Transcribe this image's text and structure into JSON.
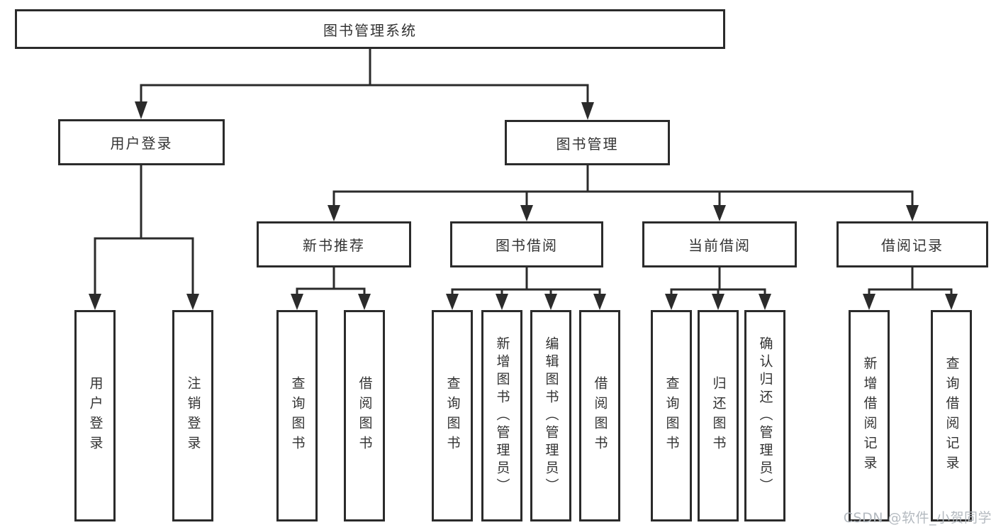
{
  "diagram": {
    "title": "图书管理系统",
    "watermark": "CSDN @软件_小贺同学",
    "colors": {
      "line": "#2b2b2b",
      "box_border": "#2b2b2b",
      "text": "#333333",
      "background": "#ffffff",
      "watermark": "#b0b6bd"
    },
    "nodes": {
      "root": {
        "label": "图书管理系统"
      },
      "user_login": {
        "label": "用户登录"
      },
      "book_mgmt": {
        "label": "图书管理"
      },
      "new_book_rec": {
        "label": "新书推荐"
      },
      "book_borrow": {
        "label": "图书借阅"
      },
      "current_borrow": {
        "label": "当前借阅"
      },
      "borrow_records": {
        "label": "借阅记录"
      },
      "leaf_user_login": {
        "label": "用户登录"
      },
      "leaf_logout": {
        "label": "注销登录"
      },
      "leaf_nbr_query": {
        "label": "查询图书"
      },
      "leaf_nbr_borrow": {
        "label": "借阅图书"
      },
      "leaf_bb_query": {
        "label": "查询图书"
      },
      "leaf_bb_add": {
        "label": "新增图书（管理员）"
      },
      "leaf_bb_edit": {
        "label": "编辑图书（管理员）"
      },
      "leaf_bb_borrow": {
        "label": "借阅图书"
      },
      "leaf_cb_query": {
        "label": "查询图书"
      },
      "leaf_cb_return": {
        "label": "归还图书"
      },
      "leaf_cb_confirm": {
        "label": "确认归还（管理员）"
      },
      "leaf_br_add": {
        "label": "新增借阅记录"
      },
      "leaf_br_query": {
        "label": "查询借阅记录"
      }
    },
    "edges": [
      {
        "from": "图书管理系统",
        "to": "用户登录"
      },
      {
        "from": "图书管理系统",
        "to": "图书管理"
      },
      {
        "from": "用户登录",
        "to": "用户登录"
      },
      {
        "from": "用户登录",
        "to": "注销登录"
      },
      {
        "from": "图书管理",
        "to": "新书推荐"
      },
      {
        "from": "图书管理",
        "to": "图书借阅"
      },
      {
        "from": "图书管理",
        "to": "当前借阅"
      },
      {
        "from": "图书管理",
        "to": "借阅记录"
      },
      {
        "from": "新书推荐",
        "to": "查询图书"
      },
      {
        "from": "新书推荐",
        "to": "借阅图书"
      },
      {
        "from": "图书借阅",
        "to": "查询图书"
      },
      {
        "from": "图书借阅",
        "to": "新增图书（管理员）"
      },
      {
        "from": "图书借阅",
        "to": "编辑图书（管理员）"
      },
      {
        "from": "图书借阅",
        "to": "借阅图书"
      },
      {
        "from": "当前借阅",
        "to": "查询图书"
      },
      {
        "from": "当前借阅",
        "to": "归还图书"
      },
      {
        "from": "当前借阅",
        "to": "确认归还（管理员）"
      },
      {
        "from": "借阅记录",
        "to": "新增借阅记录"
      },
      {
        "from": "借阅记录",
        "to": "查询借阅记录"
      }
    ]
  }
}
